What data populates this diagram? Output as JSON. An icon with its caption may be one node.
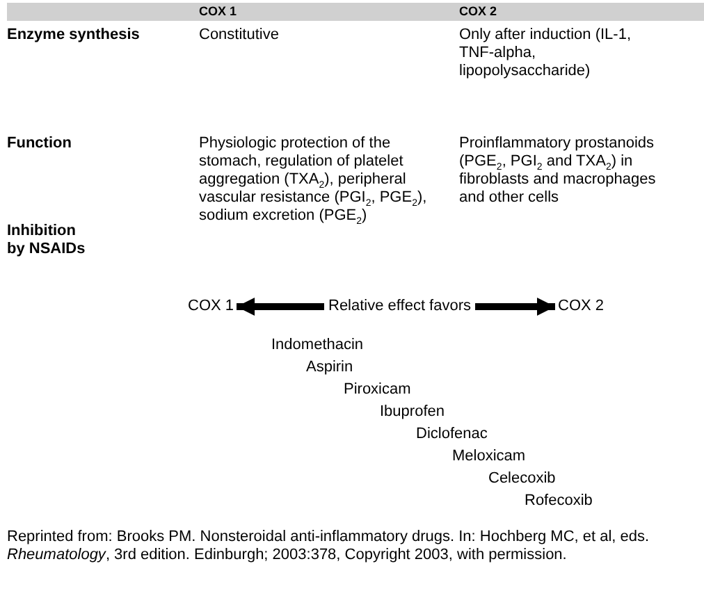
{
  "diagram": {
    "caption": "Reprinted from: Brooks PM. Nonsteroidal anti-inflammatory drugs. In: Hochberg MC, et al, eds. *Rheumatology*, 3rd edition. Edinburgh; 2003:378, Copyright 2003, with permission.",
    "nodes": [
      {
        "text": [
          "COX 1"
        ]
      },
      {
        "text": [
          "Relative effect favors"
        ]
      },
      {
        "text": [
          "COX 2"
        ]
      }
    ],
    "edges": [
      {
        "from": 1,
        "to": 0,
        "arrow": "to"
      },
      {
        "from": 1,
        "to": 2,
        "arrow": "to"
      }
    ],
    "labels": [
      "COX 1",
      "COX 2",
      "Enzyme synthesis",
      "Constitutive",
      "Only after induction (IL-1, TNF-alpha, lipopolysaccharide)",
      "Function",
      "Physiologic protection of the stomach, regulation of platelet aggregation (TXA$_{2}$), peripheral vascular resistance (PGI$_{2}$, PGE$_{2}$), sodium excretion (PGE$_{2}$)",
      "Proinflammatory prostanoids (PGE$_{2}$, PGI$_{2}$ and TXA$_{2}$) in fibroblasts and macrophages and other cells",
      "Inhibition by NSAIDs",
      "Indomethacin",
      "Aspirin",
      "Piroxicam",
      "Ibuprofen",
      "Diclofenac",
      "Meloxicam",
      "Celecoxib",
      "Rofecoxib"
    ]
  }
}
